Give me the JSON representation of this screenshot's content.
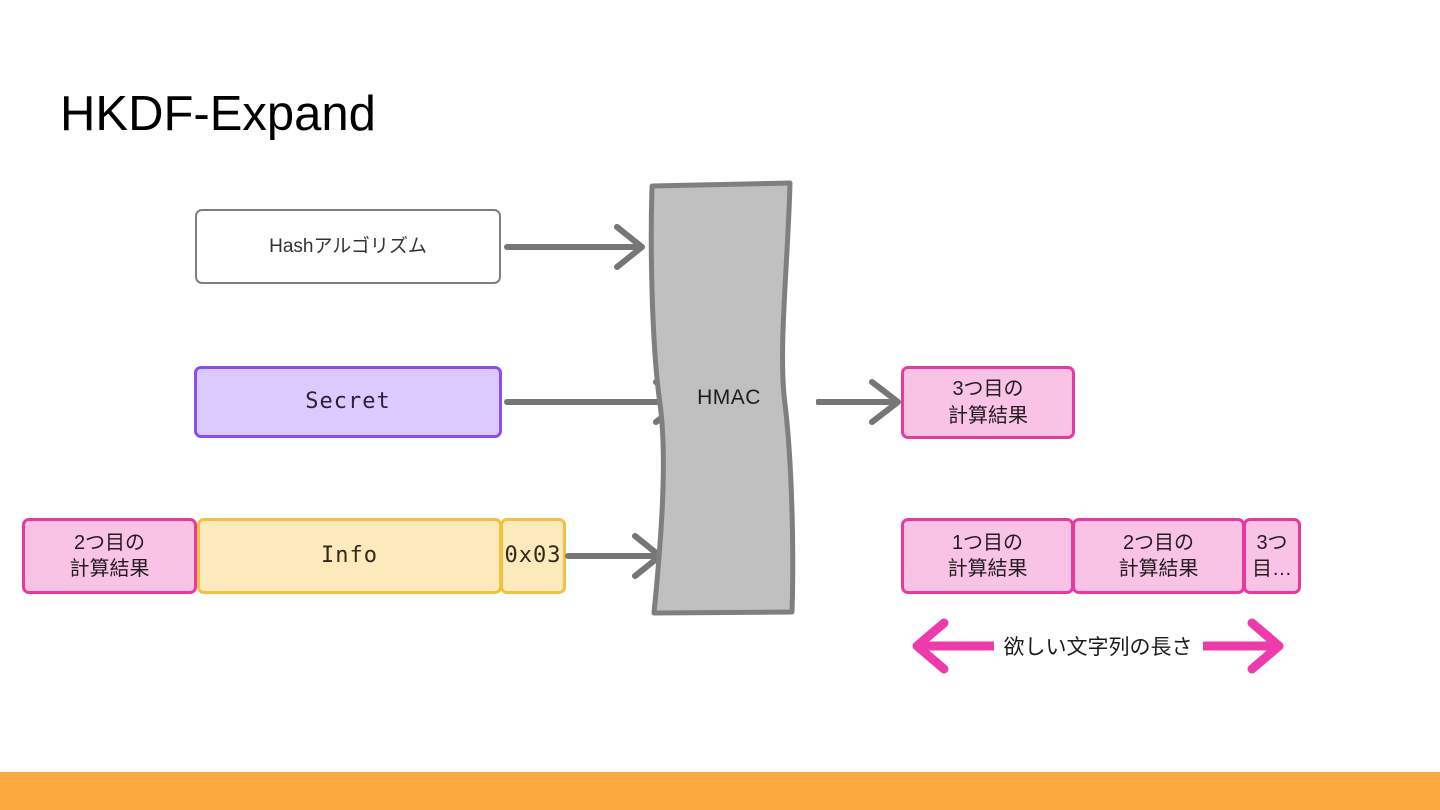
{
  "slide": {
    "title": "HKDF-Expand",
    "background_color": "#ffffff",
    "footer_bar_color": "#fca93f"
  },
  "colors": {
    "gray_shape_fill": "#c0c0c0",
    "gray_shape_border": "#7f7f7f",
    "gray_arrow": "#767676",
    "pink_fill": "#f9c3e6",
    "pink_border": "#e8399f",
    "yellow_fill": "#fdeabc",
    "yellow_border": "#f2c141",
    "purple_fill": "#dcc9fd",
    "purple_border": "#8b4ef0",
    "magenta_arrow": "#ee3bab",
    "white_fill": "#ffffff"
  },
  "inputs": {
    "hash_algorithm": {
      "label": "Hashアルゴリズム"
    },
    "secret": {
      "label": "Secret"
    },
    "message_chain": [
      {
        "label_line1": "2つ目の",
        "label_line2": "計算結果",
        "style": "pink"
      },
      {
        "label_line1": "Info",
        "label_line2": "",
        "style": "yellow"
      },
      {
        "label_line1": "0x03",
        "label_line2": "",
        "style": "yellow"
      }
    ]
  },
  "process": {
    "hmac_label": "HMAC"
  },
  "outputs": {
    "current_result": {
      "label_line1": "3つ目の",
      "label_line2": "計算結果"
    },
    "result_chain": [
      {
        "label_line1": "1つ目の",
        "label_line2": "計算結果"
      },
      {
        "label_line1": "2つ目の",
        "label_line2": "計算結果"
      },
      {
        "label_line1": "3つ",
        "label_line2": "目…"
      }
    ],
    "length_annotation": "欲しい文字列の長さ"
  },
  "icons": {
    "arrow_hash_to_hmac": "arrow-right-icon",
    "arrow_secret_to_hmac": "arrow-right-icon",
    "arrow_message_to_hmac": "arrow-right-icon",
    "arrow_hmac_to_result": "arrow-right-icon",
    "length_double_arrow": "double-arrow-horizontal-icon"
  }
}
